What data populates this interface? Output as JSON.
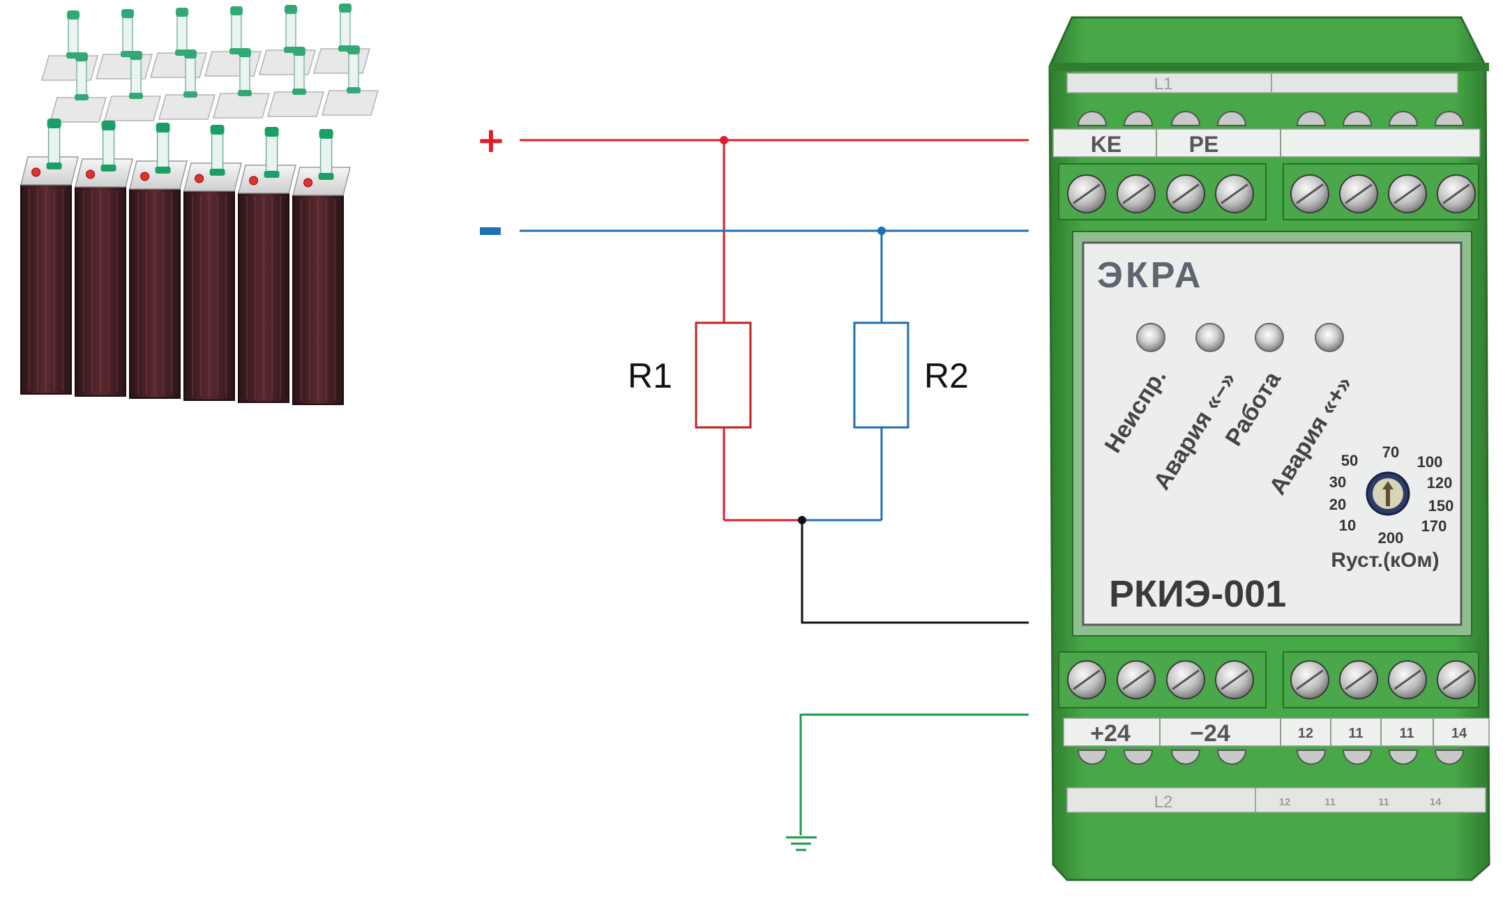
{
  "schematic": {
    "polarity_plus": "+",
    "polarity_minus": "−",
    "resistor_1": "R1",
    "resistor_2": "R2",
    "wire_colors": {
      "positive": "#e01b24",
      "negative": "#1f6fb4",
      "measure": "#111111",
      "ground": "#1a9a4a"
    }
  },
  "device": {
    "brand": "ЭКРА",
    "model": "РКИЭ-001",
    "top_strip_label": "L1",
    "bottom_strip_label": "L2",
    "top_terminal_labels": [
      "KE",
      "PE"
    ],
    "bottom_terminal_labels": [
      "+24",
      "−24",
      "12",
      "11",
      "11",
      "14"
    ],
    "bottom_strip_small_labels": [
      "12",
      "11",
      "11",
      "14"
    ],
    "indicators": [
      {
        "label": "Неиспр."
      },
      {
        "label": "Авария «–»"
      },
      {
        "label": "Работа"
      },
      {
        "label": "Авария «+»"
      }
    ],
    "dial": {
      "scale": [
        "50",
        "70",
        "100",
        "30",
        "120",
        "20",
        "150",
        "10",
        "170",
        "200"
      ],
      "caption": "Rуст.(кОм)"
    },
    "colors": {
      "housing": "#3e9a3e",
      "housing_dark": "#2f7d2f",
      "front_panel": "#eceeed",
      "terminal_strip": "#e4e6e4"
    }
  },
  "battery": {
    "cell_count": 6,
    "icon": "battery-bank-icon"
  }
}
